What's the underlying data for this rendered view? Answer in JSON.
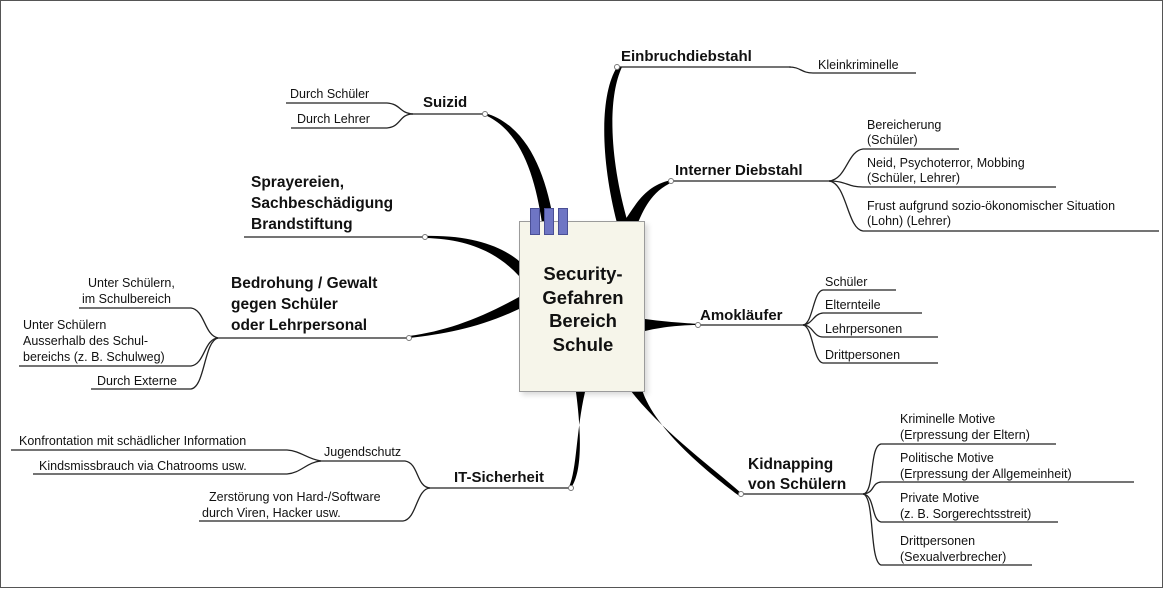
{
  "central": {
    "text": "Security-\nGefahren\nBereich\nSchule"
  },
  "branches": {
    "einbruch": {
      "label": "Einbruchdiebstahl",
      "children": [
        "Kleinkriminelle"
      ]
    },
    "intern": {
      "label": "Interner Diebstahl",
      "children": [
        "Bereicherung",
        "(Schüler)",
        "Neid, Psychoterror, Mobbing",
        "(Schüler, Lehrer)",
        "Frust aufgrund sozio-ökonomischer Situation",
        "(Lohn) (Lehrer)"
      ]
    },
    "amok": {
      "label": "Amokläufer",
      "children": [
        "Schüler",
        "Elternteile",
        "Lehrpersonen",
        "Drittpersonen"
      ]
    },
    "kidnap": {
      "label_1": "Kidnapping",
      "label_2": "von Schülern",
      "children": [
        "Kriminelle Motive",
        "(Erpressung der Eltern)",
        "Politische Motive",
        "(Erpressung der Allgemeinheit)",
        "Private Motive",
        "(z. B. Sorgerechtsstreit)",
        "Drittpersonen",
        "(Sexualverbrecher)"
      ]
    },
    "suizid": {
      "label": "Suizid",
      "children": [
        "Durch Schüler",
        "Durch Lehrer"
      ]
    },
    "spray": {
      "label_1": "Sprayereien,",
      "label_2": "Sachbeschädigung",
      "label_3": "Brandstiftung"
    },
    "gewalt": {
      "label_1": "Bedrohung / Gewalt",
      "label_2": "gegen Schüler",
      "label_3": "oder Lehrpersonal",
      "children": [
        "Unter Schülern,",
        "im Schulbereich",
        "Unter Schülern",
        "Ausserhalb des Schul-",
        "bereichs (z. B. Schulweg)",
        "Durch Externe"
      ]
    },
    "it": {
      "label": "IT-Sicherheit",
      "sub_label": "Jugendschutz",
      "children": [
        "Konfrontation mit schädlicher Information",
        "Kindsmissbrauch via Chatrooms usw.",
        "Zerstörung von Hard-/Software",
        "durch Viren, Hacker usw."
      ]
    }
  }
}
